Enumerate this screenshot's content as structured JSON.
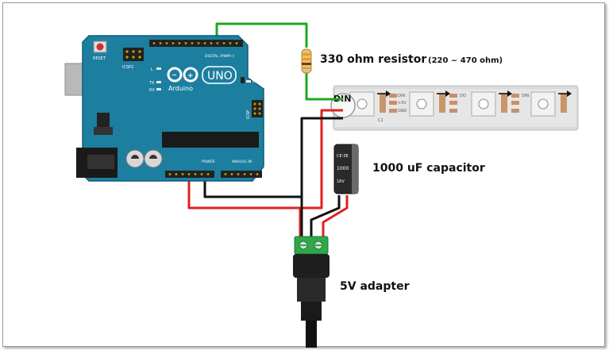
{
  "labels": {
    "resistor_main": "330 ohm resistor",
    "resistor_range": "(220 ~ 470 ohm)",
    "capacitor": "1000 uF capacitor",
    "adapter": "5V adapter",
    "din": "DIN"
  },
  "arduino": {
    "uno": "UNO",
    "brand": "Arduino",
    "reset": "RESET",
    "icsp2": "ICSP2",
    "icsp": "ICSP",
    "l": "L",
    "tx": "TX",
    "rx": "RX",
    "on": "ON",
    "digital": "DIGITAL (PWM~)",
    "power": "POWER",
    "analog": "ANALOG IN"
  },
  "capacitor_marking": {
    "line1": "CE-SE",
    "line2": "1000",
    "line3": "16V"
  },
  "strip_pads": {
    "din": "DIN",
    "do": "DO",
    "plus5v": "+5V",
    "gnd": "GND",
    "c1": "C1"
  },
  "colors": {
    "board": "#1d7fa0",
    "wire_red": "#e02020",
    "wire_black": "#111111",
    "wire_green": "#1ea81e",
    "adapter_terminal": "#2fa84a"
  }
}
